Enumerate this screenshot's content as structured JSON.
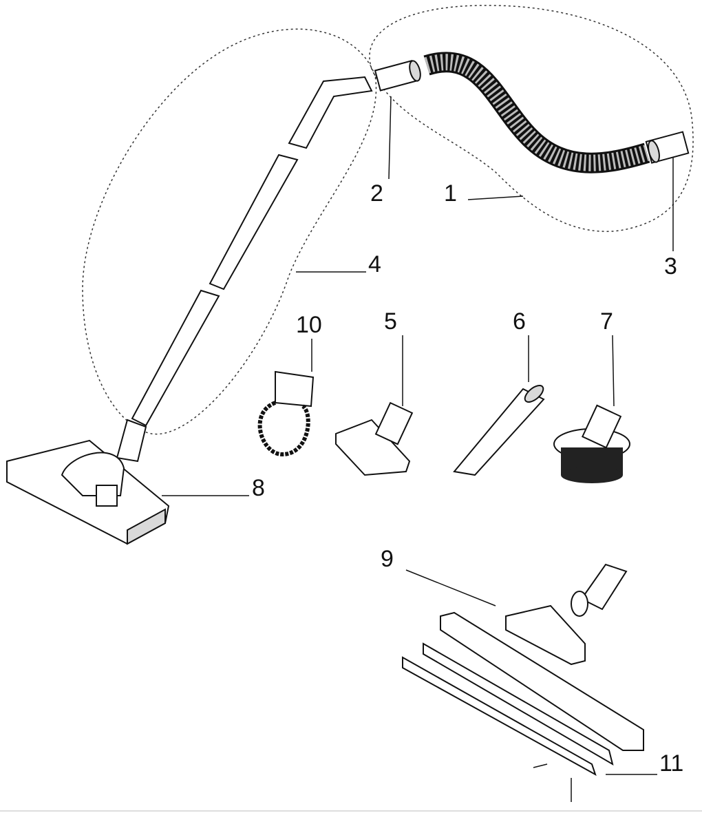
{
  "diagram": {
    "type": "exploded parts diagram",
    "labels": {
      "hose": "1",
      "hose_coupling": "2",
      "hose_end_fitting": "3",
      "extension_tubes": "4",
      "upholstery_nozzle": "5",
      "crevice_tool": "6",
      "dusting_brush": "7",
      "floor_nozzle": "8",
      "wet_floor_nozzle": "9",
      "accessory_clip": "10",
      "squeegee_strips": "11"
    }
  }
}
